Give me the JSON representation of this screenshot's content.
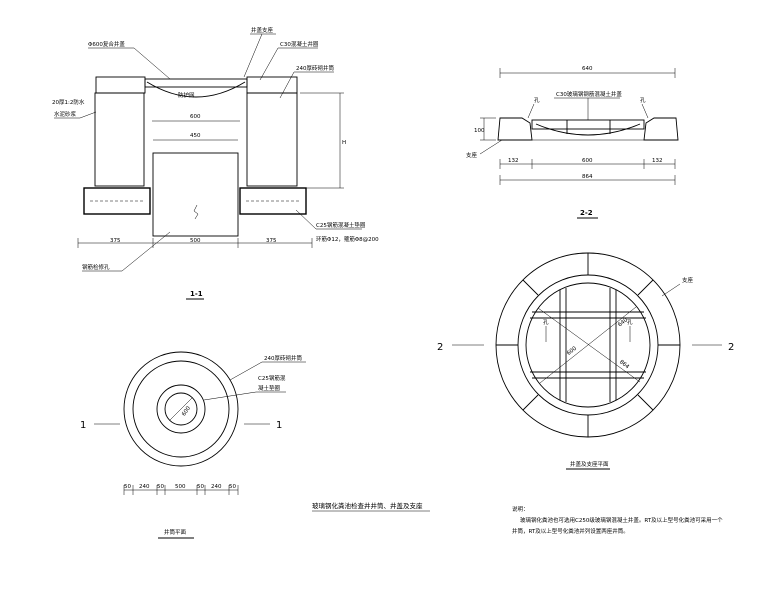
{
  "section_1_1": {
    "title": "1-1",
    "labels": {
      "cover_frame": "井盖支座",
      "composite_cover": "Φ600复合井盖",
      "c30_ring": "C30混凝土井圈",
      "brick_wall": "240厚砖砌井筒",
      "plaster": "20厚1:2防水",
      "plaster2": "水泥砂浆",
      "guard_net": "防护网",
      "c25_ring": "C25钢筋混凝土垫圈",
      "ring_rebar": "环筋Φ12，箍筋Φ8@200",
      "access_pipe": "钢筋检修孔"
    },
    "dims": {
      "d600": "600",
      "d450": "450",
      "d375a": "375",
      "d500": "500",
      "d375b": "375",
      "h": "H"
    }
  },
  "section_2_2": {
    "title": "2-2",
    "labels": {
      "cover": "C30玻璃钢钢筋混凝土井盖",
      "frame": "支座",
      "mark_a": "孔",
      "mark_b": "孔"
    },
    "dims": {
      "w640": "640",
      "h100": "100",
      "l132": "132",
      "m600": "600",
      "r132": "132",
      "total": "864"
    }
  },
  "plan_view": {
    "labels": {
      "brick": "240厚砖砌井筒",
      "c25": "C25钢筋混",
      "c25b": "凝土垫圈",
      "d600": "600",
      "cut_left": "1",
      "cut_right": "1",
      "title": "井筒平面"
    },
    "dims": {
      "a": "50",
      "b": "240",
      "c": "50",
      "d": "500",
      "e": "50",
      "f": "240",
      "g": "50"
    }
  },
  "cover_plan": {
    "labels": {
      "edge": "支座",
      "d600": "600",
      "d640": "640",
      "d864": "864",
      "cut_left": "2",
      "cut_right": "2",
      "mark_a": "孔",
      "mark_b": "孔",
      "title": "井盖及支座平面"
    }
  },
  "drawing_title": "玻璃钢化粪池检查井井筒、井盖及支座",
  "notes": {
    "heading": "说明：",
    "line1": "玻璃钢化粪池也可选用C250级玻璃钢混凝土井盖。RT及以上型号化粪池可采用一个",
    "line2": "井筒，RT及以上型号化粪池并列设置两座井筒。"
  }
}
